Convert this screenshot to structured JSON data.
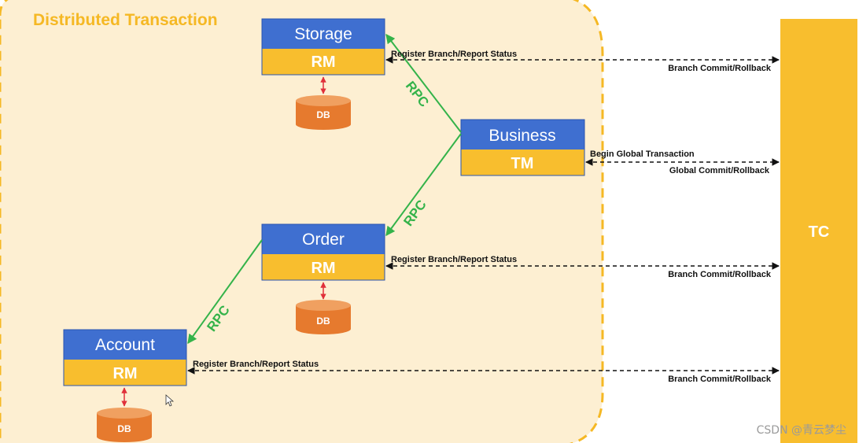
{
  "title": "Distributed Transaction",
  "colors": {
    "region_fill": "#fdefd2",
    "region_border": "#f5b824",
    "box_top": "#3f6fd0",
    "box_bottom": "#f8be2e",
    "db": "#e67a2e",
    "rpc": "#34b34a",
    "db_link": "#e0303a",
    "tc": "#f8be2e"
  },
  "nodes": {
    "storage": {
      "name": "Storage",
      "role": "RM"
    },
    "business": {
      "name": "Business",
      "role": "TM"
    },
    "order": {
      "name": "Order",
      "role": "RM"
    },
    "account": {
      "name": "Account",
      "role": "RM"
    }
  },
  "db_label": "DB",
  "rpc_label": "RPC",
  "tc_label": "TC",
  "messages": {
    "register": "Register Branch/Report Status",
    "branch_commit": "Branch Commit/Rollback",
    "begin_global": "Begin Global Transaction",
    "global_commit": "Global Commit/Rollback"
  },
  "watermark": "CSDN @青云梦尘"
}
